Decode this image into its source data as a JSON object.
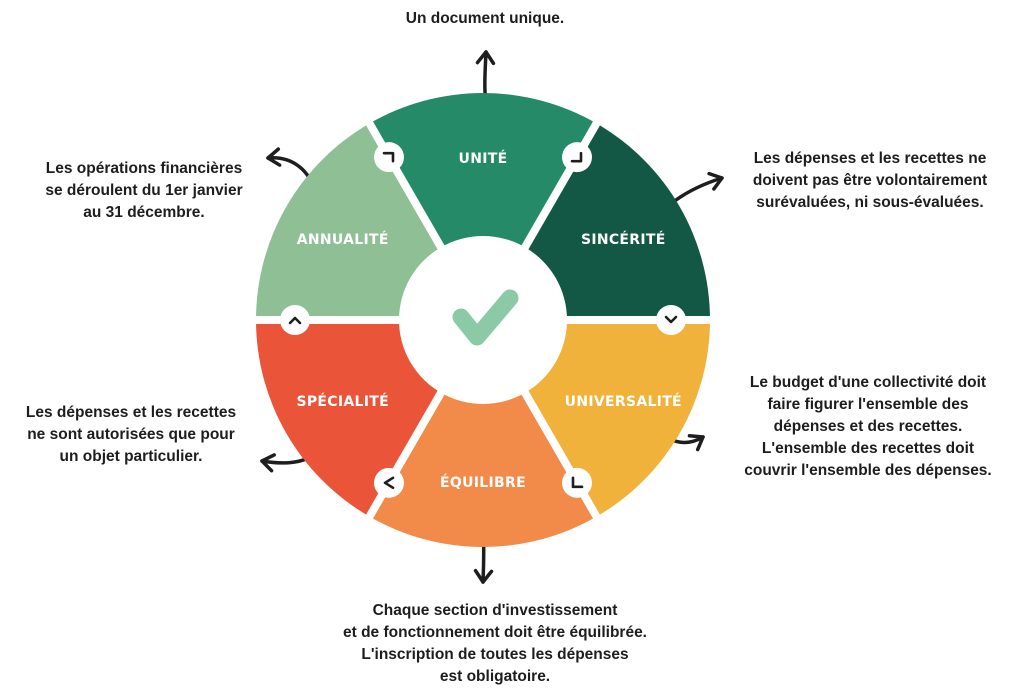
{
  "segments": [
    {
      "id": "unite",
      "label": "UNITÉ",
      "color": "#258a68"
    },
    {
      "id": "sincerite",
      "label": "SINCÉRITÉ",
      "color": "#125845"
    },
    {
      "id": "universalite",
      "label": "UNIVERSALITÉ",
      "color": "#f0b23a"
    },
    {
      "id": "equilibre",
      "label": "ÉQUILIBRE",
      "color": "#f28a4a"
    },
    {
      "id": "specialite",
      "label": "SPÉCIALITÉ",
      "color": "#ea5539"
    },
    {
      "id": "annualite",
      "label": "ANNUALITÉ",
      "color": "#8fbf94"
    }
  ],
  "center_icon": "checkmark-icon",
  "center_icon_color": "#8ccaa7",
  "arrow_color": "#1e1e1e",
  "descriptions": {
    "unite": [
      "Un document unique."
    ],
    "annualite": [
      "Les opérations financières",
      "se déroulent du 1er janvier",
      "au 31 décembre."
    ],
    "sincerite": [
      "Les dépenses et les recettes ne",
      "doivent pas être volontairement",
      "surévaluées, ni sous-évaluées."
    ],
    "specialite": [
      "Les dépenses et les recettes",
      "ne sont autorisées que pour",
      "un objet particulier."
    ],
    "universalite": [
      "Le budget d'une collectivité doit",
      "faire figurer l'ensemble des",
      "dépenses et des recettes.",
      "L'ensemble des recettes doit",
      "couvrir l'ensemble des dépenses."
    ],
    "equilibre": [
      "Chaque section d'investissement",
      "et de fonctionnement doit être équilibrée.",
      "L'inscription de toutes les dépenses",
      "est obligatoire."
    ]
  }
}
